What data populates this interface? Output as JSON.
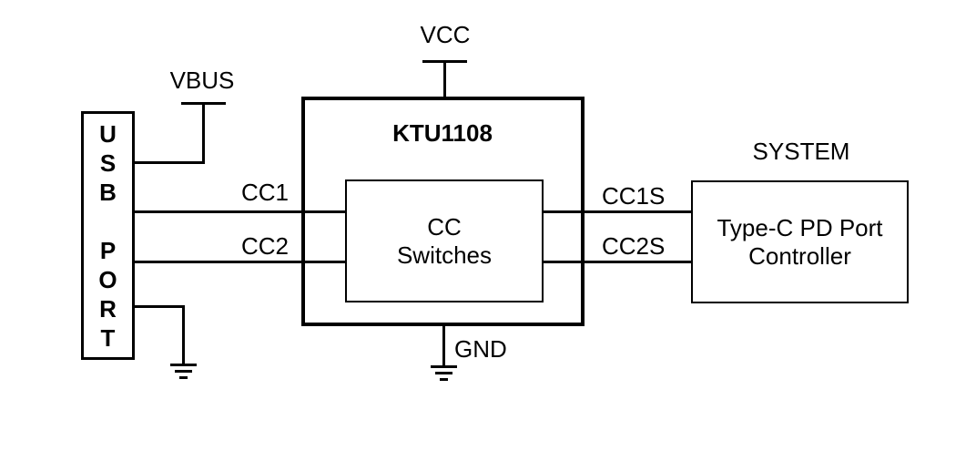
{
  "diagram": {
    "background": "#ffffff",
    "line_color": "#000000"
  },
  "labels": {
    "vcc": "VCC",
    "vbus": "VBUS",
    "gnd": "GND",
    "system": "SYSTEM"
  },
  "signals": {
    "cc1": "CC1",
    "cc2": "CC2",
    "cc1s": "CC1S",
    "cc2s": "CC2S"
  },
  "blocks": {
    "usb_port": {
      "letters": [
        "U",
        "S",
        "B",
        "P",
        "O",
        "R",
        "T"
      ]
    },
    "ktu1108": {
      "name": "KTU1108"
    },
    "cc_switches": {
      "line1": "CC",
      "line2": "Switches"
    },
    "pd_controller": {
      "line1": "Type-C PD Port",
      "line2": "Controller"
    }
  }
}
